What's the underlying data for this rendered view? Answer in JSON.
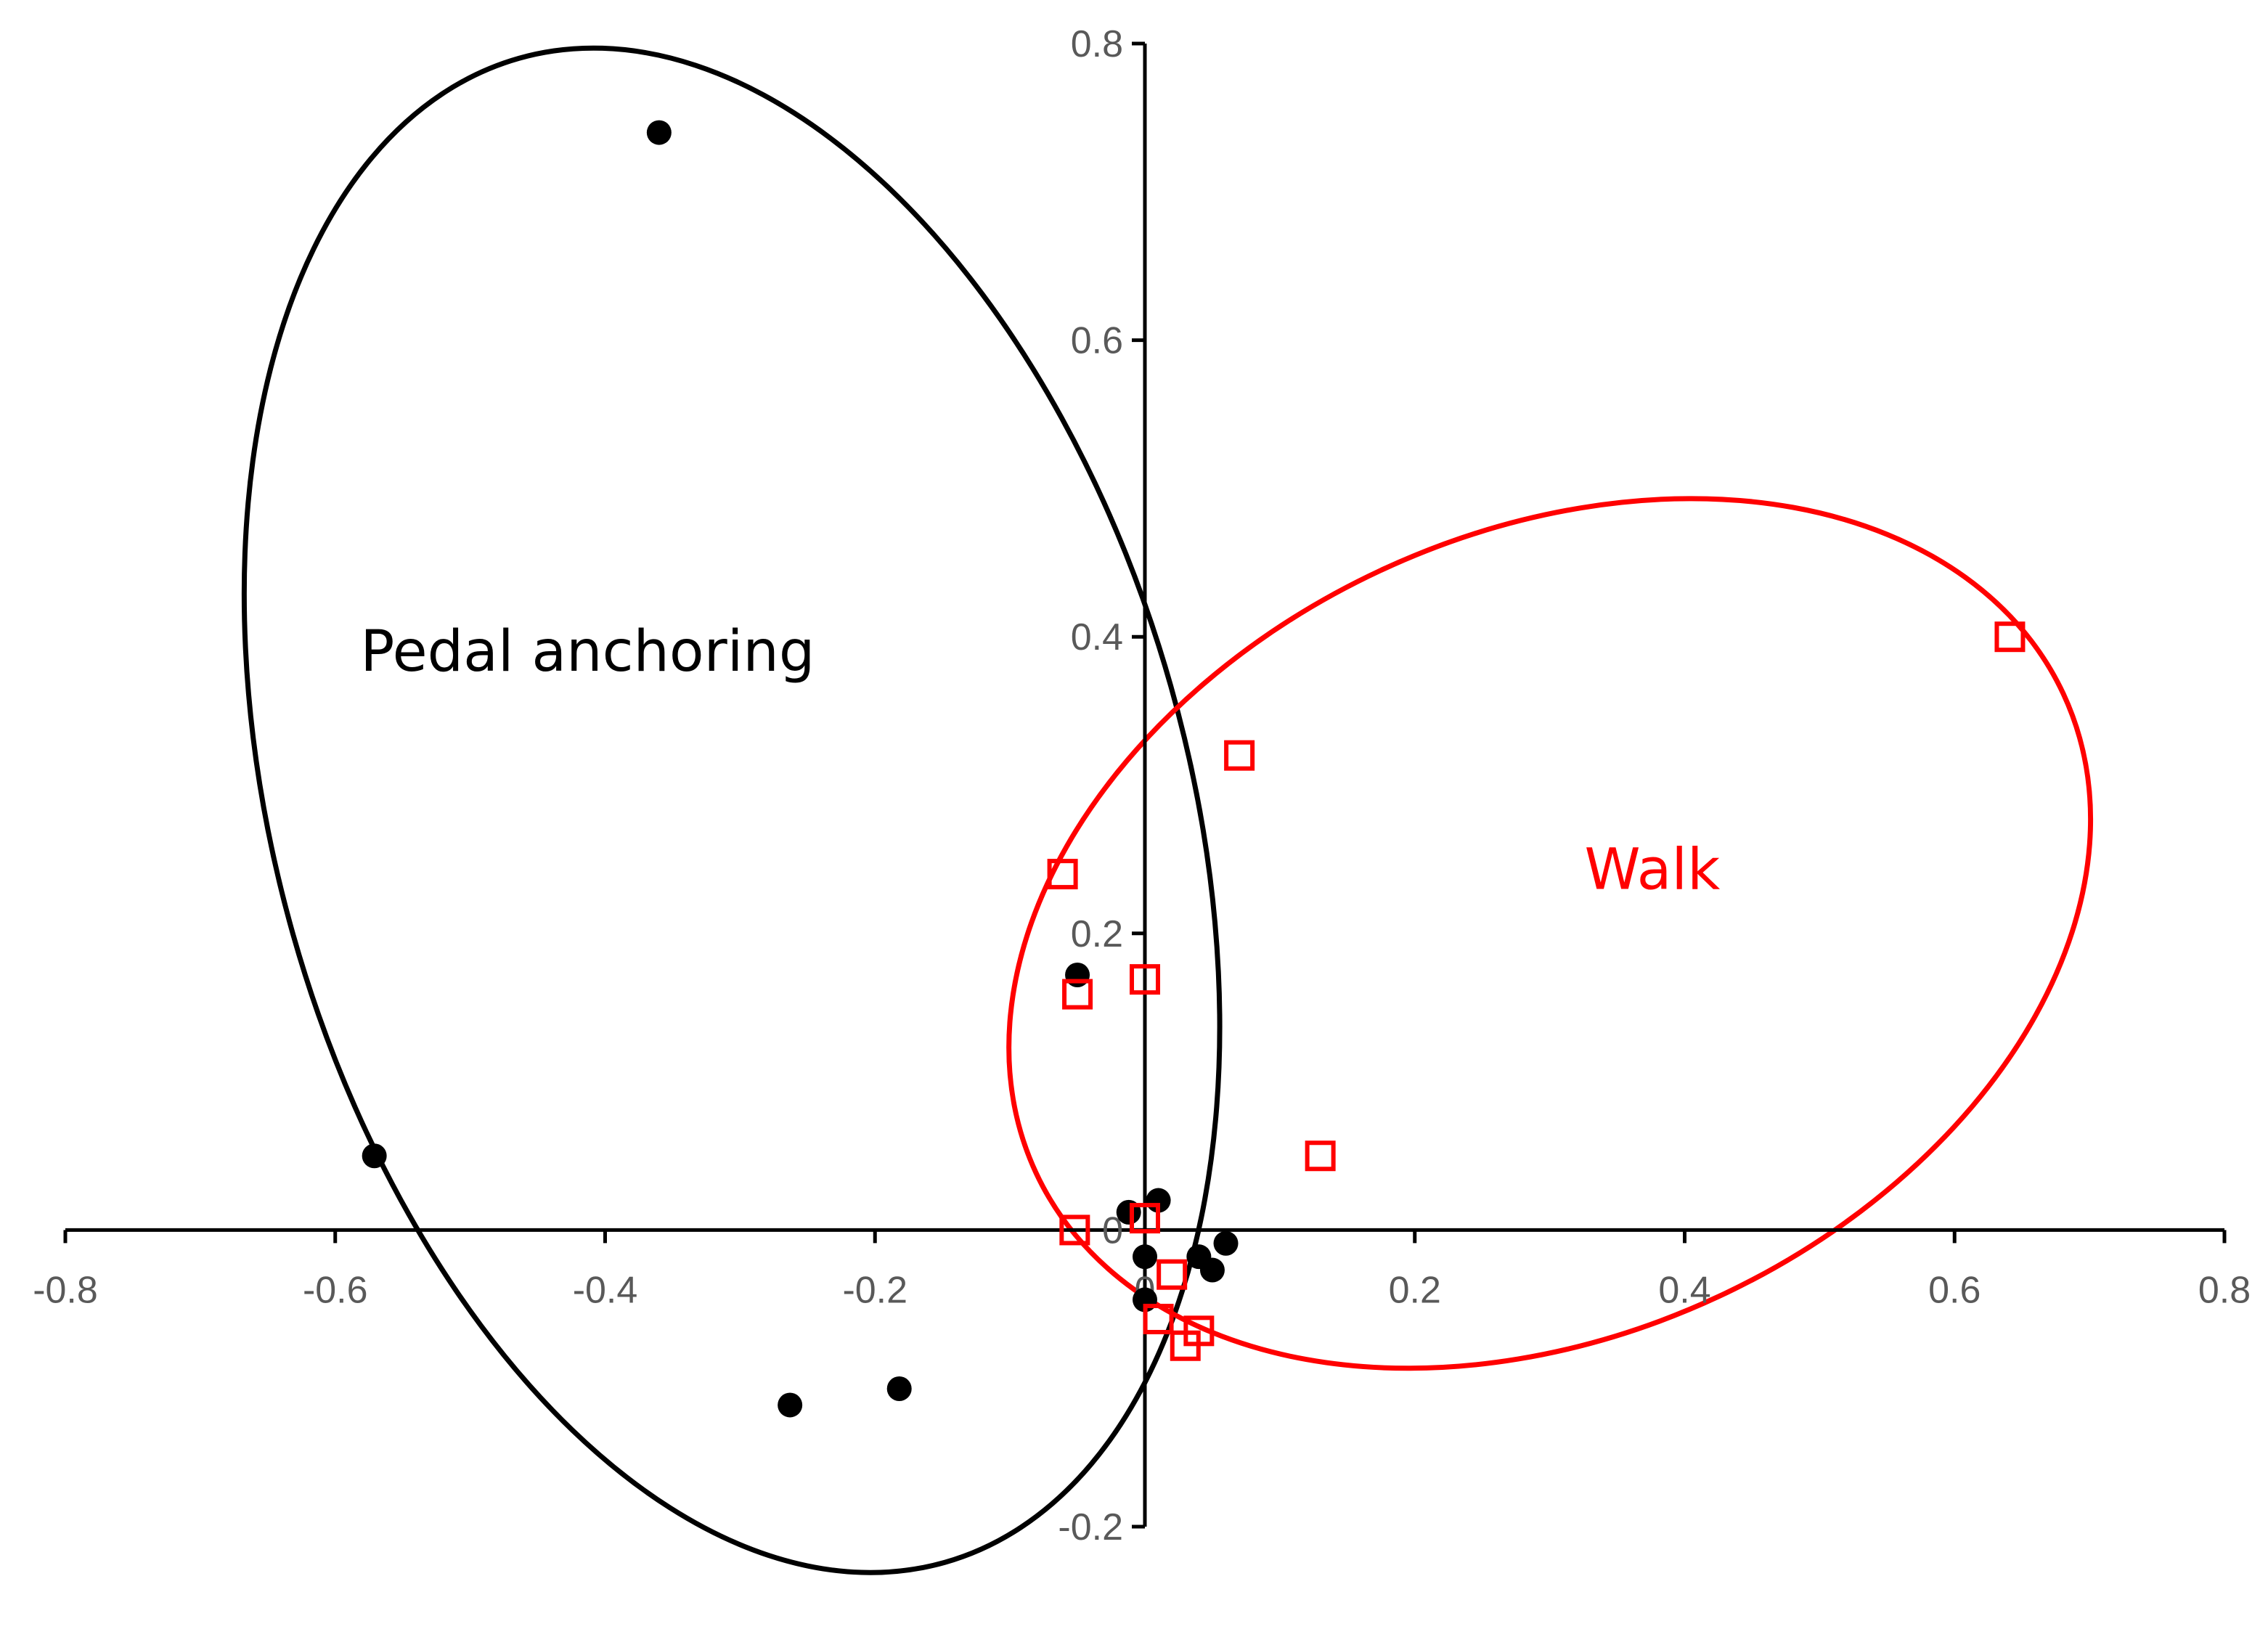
{
  "chart_data": {
    "type": "scatter",
    "title": "",
    "xlabel": "",
    "ylabel": "",
    "xlim": [
      -0.8,
      0.8
    ],
    "ylim": [
      -0.2,
      0.8
    ],
    "xticks": [
      -0.8,
      -0.6,
      -0.4,
      -0.2,
      0,
      0.2,
      0.4,
      0.6,
      0.8
    ],
    "yticks": [
      -0.2,
      0,
      0.2,
      0.4,
      0.6,
      0.8
    ],
    "xtick_labels": [
      "-0.8",
      "-0.6",
      "-0.4",
      "-0.2",
      "0",
      "0.2",
      "0.4",
      "0.6",
      "0.8"
    ],
    "ytick_labels": [
      "-0.2",
      "0",
      "0.2",
      "0.4",
      "0.6",
      "0.8"
    ],
    "grid": false,
    "legend": "none",
    "series": [
      {
        "marker": "filled-circle",
        "color": "#000000",
        "points": [
          {
            "x": -0.36,
            "y": 0.74
          },
          {
            "x": -0.571,
            "y": 0.05
          },
          {
            "x": -0.263,
            "y": -0.118
          },
          {
            "x": -0.182,
            "y": -0.107
          },
          {
            "x": -0.05,
            "y": 0.172
          },
          {
            "x": -0.012,
            "y": 0.012
          },
          {
            "x": 0.01,
            "y": 0.02
          },
          {
            "x": 0.0,
            "y": -0.018
          },
          {
            "x": 0.0,
            "y": -0.047
          },
          {
            "x": 0.04,
            "y": -0.018
          },
          {
            "x": 0.05,
            "y": -0.027
          },
          {
            "x": 0.06,
            "y": -0.009
          }
        ]
      },
      {
        "marker": "open-square",
        "color": "#ff0000",
        "points": [
          {
            "x": 0.641,
            "y": 0.4
          },
          {
            "x": 0.07,
            "y": 0.32
          },
          {
            "x": -0.061,
            "y": 0.24
          },
          {
            "x": 0.0,
            "y": 0.169
          },
          {
            "x": -0.05,
            "y": 0.159
          },
          {
            "x": 0.13,
            "y": 0.05
          },
          {
            "x": -0.052,
            "y": 0.0
          },
          {
            "x": 0.0,
            "y": 0.008
          },
          {
            "x": 0.02,
            "y": -0.03
          },
          {
            "x": 0.01,
            "y": -0.06
          },
          {
            "x": 0.04,
            "y": -0.068
          },
          {
            "x": 0.03,
            "y": -0.078
          }
        ]
      }
    ],
    "groups": [
      {
        "label": "Pedal anchoring",
        "color": "#000000",
        "ellipse": {
          "cx": -0.306,
          "cy": 0.283,
          "rx": 0.338,
          "ry": 0.527,
          "rotation_deg": -15.8
        },
        "label_at": {
          "x": -0.413,
          "y": 0.377
        }
      },
      {
        "label": "Walk",
        "color": "#ff0000",
        "ellipse": {
          "cx": 0.3,
          "cy": 0.2,
          "rx": 0.42,
          "ry": 0.27,
          "rotation_deg": -25
        },
        "label_at": {
          "x": 0.376,
          "y": 0.23
        }
      }
    ]
  }
}
